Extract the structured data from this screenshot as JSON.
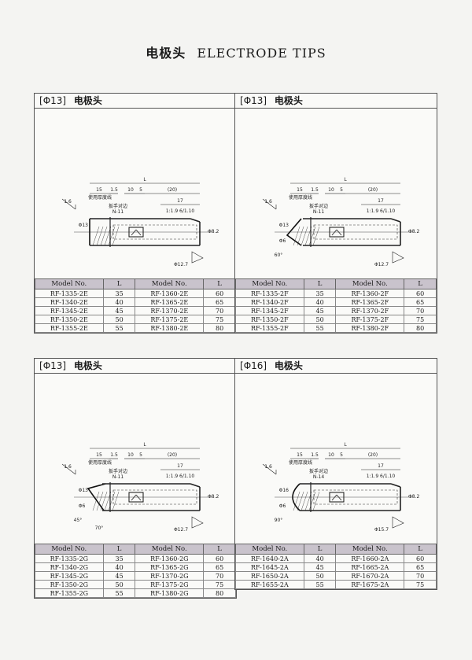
{
  "page": {
    "title_cn": "电极头",
    "title_en": "ELECTRODE TIPS"
  },
  "panels": [
    {
      "id": "2e",
      "size": "Φ13",
      "name": "电极头",
      "dims": {
        "L": "L",
        "d15": "15",
        "d15b": "1.5",
        "d10": "10",
        "d5": "5",
        "d20": "(20)",
        "d17": "17",
        "taper": "1:1.9 6/1.10",
        "dia": "Φ13",
        "dia2": "Φ8.2",
        "dia3": "Φ12.7",
        "r1": "1.6",
        "note1": "使用厚度线",
        "note2": "扳手对边",
        "note3": "N-11"
      },
      "headers": [
        "Model No.",
        "L",
        "Model No.",
        "L"
      ],
      "rows": [
        [
          "RF-1335-2E",
          "35",
          "RF-1360-2E",
          "60"
        ],
        [
          "RF-1340-2E",
          "40",
          "RF-1365-2E",
          "65"
        ],
        [
          "RF-1345-2E",
          "45",
          "RF-1370-2E",
          "70"
        ],
        [
          "RF-1350-2E",
          "50",
          "RF-1375-2E",
          "75"
        ],
        [
          "RF-1355-2E",
          "55",
          "RF-1380-2E",
          "80"
        ]
      ]
    },
    {
      "id": "2f",
      "size": "Φ13",
      "name": "电极头",
      "dims": {
        "L": "L",
        "d15": "15",
        "d15b": "1.5",
        "d10": "10",
        "d5": "5",
        "d20": "(20)",
        "d17": "17",
        "taper": "1:1.9 6/1.10",
        "dia": "Φ13",
        "dia2": "Φ8.2",
        "dia3": "Φ12.7",
        "r1": "1.6",
        "dia4": "Φ6",
        "ang": "60°",
        "note1": "使用厚度线",
        "note2": "扳手对边",
        "note3": "N-11"
      },
      "headers": [
        "Model No.",
        "L",
        "Model No.",
        "L"
      ],
      "rows": [
        [
          "RF-1335-2F",
          "35",
          "RF-1360-2F",
          "60"
        ],
        [
          "RF-1340-2F",
          "40",
          "RF-1365-2F",
          "65"
        ],
        [
          "RF-1345-2F",
          "45",
          "RF-1370-2F",
          "70"
        ],
        [
          "RF-1350-2F",
          "50",
          "RF-1375-2F",
          "75"
        ],
        [
          "RF-1355-2F",
          "55",
          "RF-1380-2F",
          "80"
        ]
      ]
    },
    {
      "id": "2g",
      "size": "Φ13",
      "name": "电极头",
      "dims": {
        "L": "L",
        "d15": "15",
        "d15b": "1.5",
        "d10": "10",
        "d5": "5",
        "d20": "(20)",
        "d17": "17",
        "taper": "1:1.9 6/1.10",
        "dia": "Φ13",
        "dia2": "Φ8.2",
        "dia3": "Φ12.7",
        "r1": "1.6",
        "dia4": "Φ6",
        "ang": "45°",
        "ang2": "70°",
        "note1": "使用厚度线",
        "note2": "扳手对边",
        "note3": "N-11"
      },
      "headers": [
        "Model No.",
        "L",
        "Model No.",
        "L"
      ],
      "rows": [
        [
          "RF-1335-2G",
          "35",
          "RF-1360-2G",
          "60"
        ],
        [
          "RF-1340-2G",
          "40",
          "RF-1365-2G",
          "65"
        ],
        [
          "RF-1345-2G",
          "45",
          "RF-1370-2G",
          "70"
        ],
        [
          "RF-1350-2G",
          "50",
          "RF-1375-2G",
          "75"
        ],
        [
          "RF-1355-2G",
          "55",
          "RF-1380-2G",
          "80"
        ]
      ]
    },
    {
      "id": "2a",
      "size": "Φ16",
      "name": "电极头",
      "dims": {
        "L": "L",
        "d15": "15",
        "d15b": "1.5",
        "d10": "10",
        "d5": "5",
        "d20": "(20)",
        "d17": "17",
        "taper": "1:1.9 6/1.10",
        "dia": "Φ16",
        "dia2": "Φ8.2",
        "dia3": "Φ15.7",
        "r1": "1.6",
        "dia4": "Φ6",
        "ang": "90°",
        "note1": "使用厚度线",
        "note2": "扳手对边",
        "note3": "N-14"
      },
      "headers": [
        "Model No.",
        "L",
        "Model No.",
        "L"
      ],
      "rows": [
        [
          "RF-1640-2A",
          "40",
          "RF-1660-2A",
          "60"
        ],
        [
          "RF-1645-2A",
          "45",
          "RF-1665-2A",
          "65"
        ],
        [
          "RF-1650-2A",
          "50",
          "RF-1670-2A",
          "70"
        ],
        [
          "RF-1655-2A",
          "55",
          "RF-1675-2A",
          "75"
        ]
      ]
    }
  ]
}
